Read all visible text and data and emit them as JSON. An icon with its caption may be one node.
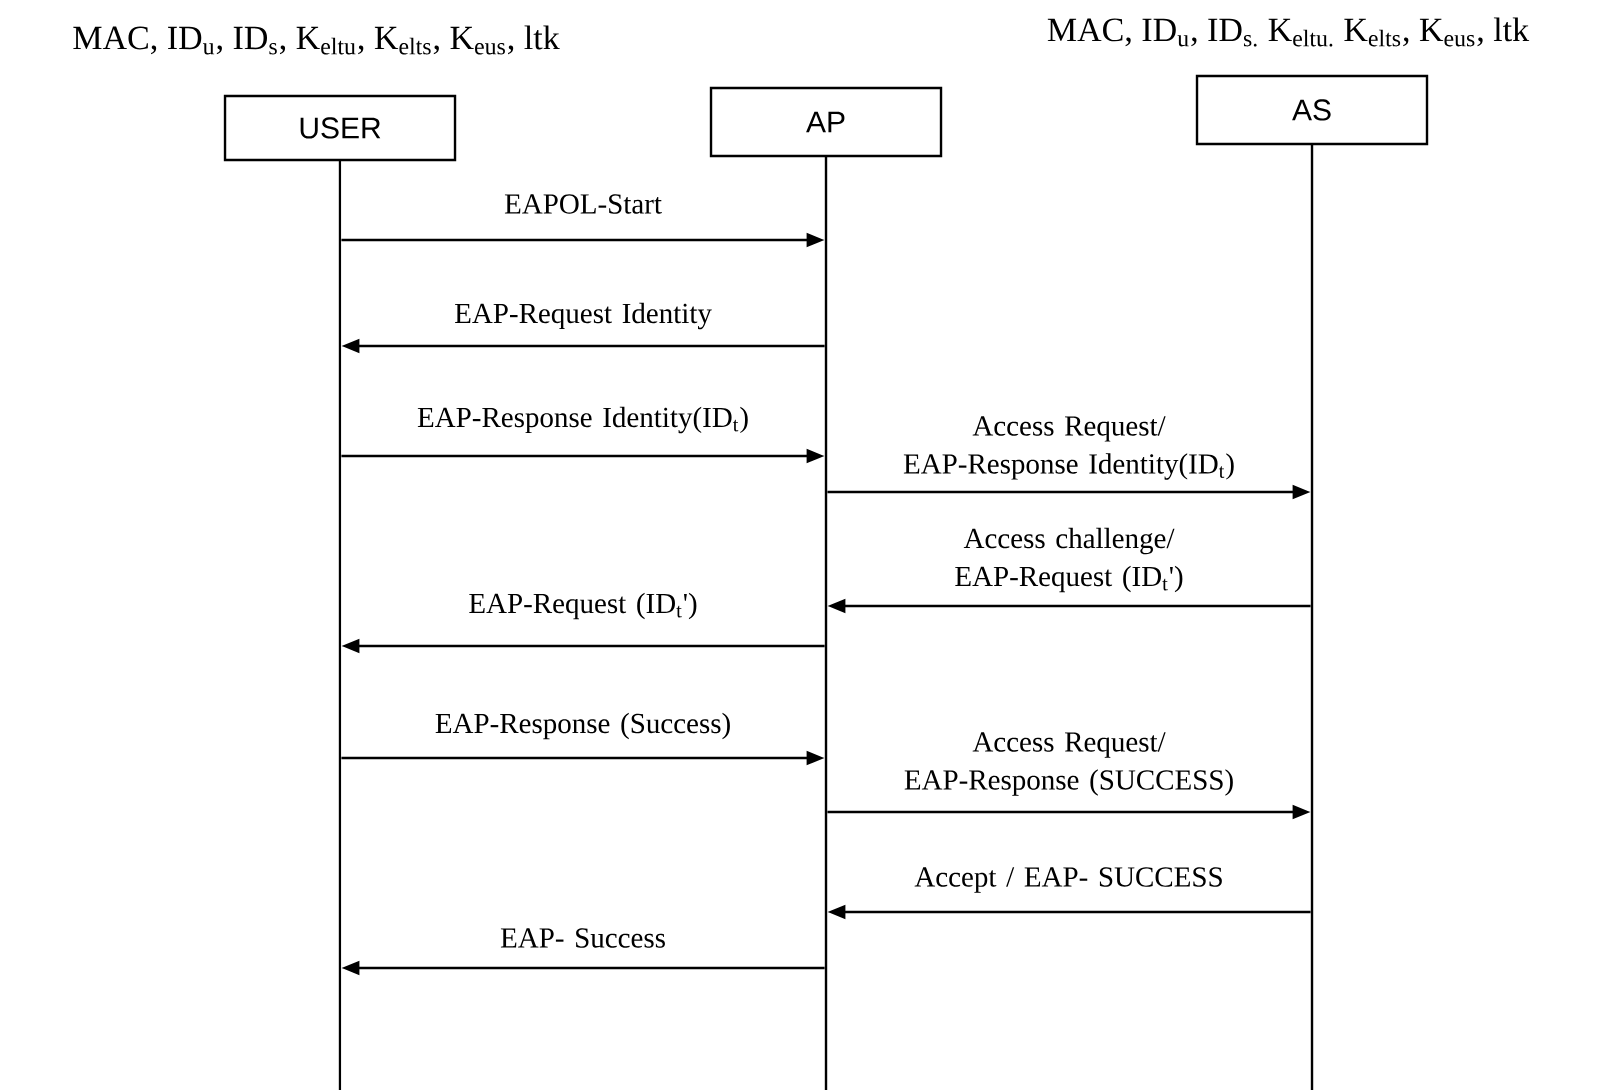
{
  "diagram": {
    "nodes": [
      {
        "text": [
          "USER"
        ],
        "beside": [
          "MAC, ID$_{u}$, ID$_{s}$, K$_{eltu}$, K$_{elts}$, K$_{eus}$, ltk"
        ]
      },
      {
        "text": [
          "AP"
        ]
      },
      {
        "text": [
          "AS"
        ],
        "beside": [
          "MAC, ID$_{u}$, ID$_{s.}$ K$_{eltu.}$ K$_{elts}$, K$_{eus}$, ltk"
        ]
      }
    ],
    "edges": [
      {
        "from": 0,
        "to": 1,
        "arrow": "to",
        "label": "EAPOL-Start"
      },
      {
        "from": 1,
        "to": 0,
        "arrow": "to",
        "label": "EAP-Request Identity"
      },
      {
        "from": 0,
        "to": 1,
        "arrow": "to",
        "label": "EAP-Response Identity(ID$_{t}$)"
      },
      {
        "from": 1,
        "to": 2,
        "arrow": "to",
        "label": "Access Request/ EAP-Response Identity(ID$_{t}$)"
      },
      {
        "from": 2,
        "to": 1,
        "arrow": "to",
        "label": "Access challenge/ EAP-Request (ID$_{t}$')"
      },
      {
        "from": 1,
        "to": 0,
        "arrow": "to",
        "label": "EAP-Request (ID$_{t}$')"
      },
      {
        "from": 0,
        "to": 1,
        "arrow": "to",
        "label": "EAP-Response (Success)"
      },
      {
        "from": 1,
        "to": 2,
        "arrow": "to",
        "label": "Access Request/ EAP-Response (SUCCESS)"
      },
      {
        "from": 2,
        "to": 1,
        "arrow": "to",
        "label": "Accept / EAP- SUCCESS"
      },
      {
        "from": 1,
        "to": 0,
        "arrow": "to",
        "label": "EAP- Success"
      }
    ]
  }
}
